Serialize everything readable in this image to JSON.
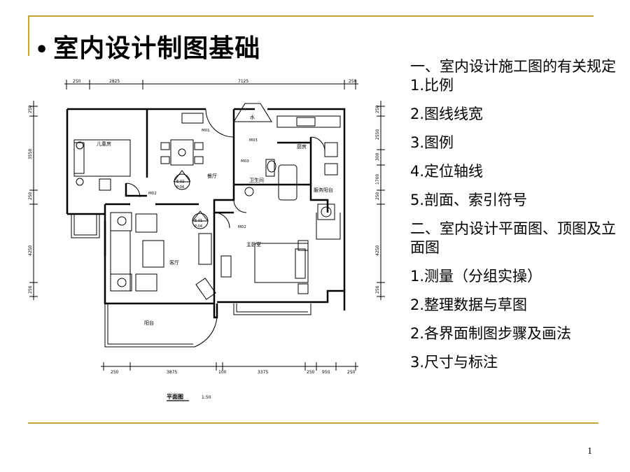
{
  "slide": {
    "title": "室内设计制图基础",
    "page_number": "1"
  },
  "outline": {
    "items": [
      "一、室内设计施工图的有关规定",
      "1.比例",
      "2.图线线宽",
      "3.图例",
      "4.定位轴线",
      "5.剖面、索引符号",
      "二、室内设计平面图、顶图及立面图",
      "1.测量（分组实操）",
      "2.整理数据与草图",
      "2.各界面制图步骤及画法",
      "3.尺寸与标注"
    ]
  },
  "floorplan": {
    "top_dims": [
      "250",
      "2825",
      "7125",
      "250"
    ],
    "bottom_dims": [
      "250",
      "3875",
      "100",
      "3375",
      "250",
      "950",
      "250"
    ],
    "left_dims": [
      "250",
      "3550",
      "250",
      "4250",
      "250"
    ],
    "right_dims": [
      "250",
      "2550",
      "300",
      "1700",
      "250",
      "4250",
      "250"
    ],
    "rooms": {
      "child_room": "儿童房",
      "dining": "餐厅",
      "kitchen": "厨房",
      "bathroom": "卫生间",
      "service_balcony": "服务阳台",
      "living": "客厅",
      "master_bedroom": "主卧室",
      "balcony": "阳台",
      "water": "水"
    },
    "doors": [
      "M01",
      "M03",
      "M03",
      "M02",
      "M02"
    ],
    "index_marks": [
      {
        "top": "E-02",
        "bottom": "P-04"
      },
      {
        "top": "E-01",
        "bottom": "P-04"
      }
    ],
    "caption": "平面图",
    "scale": "1:50"
  }
}
